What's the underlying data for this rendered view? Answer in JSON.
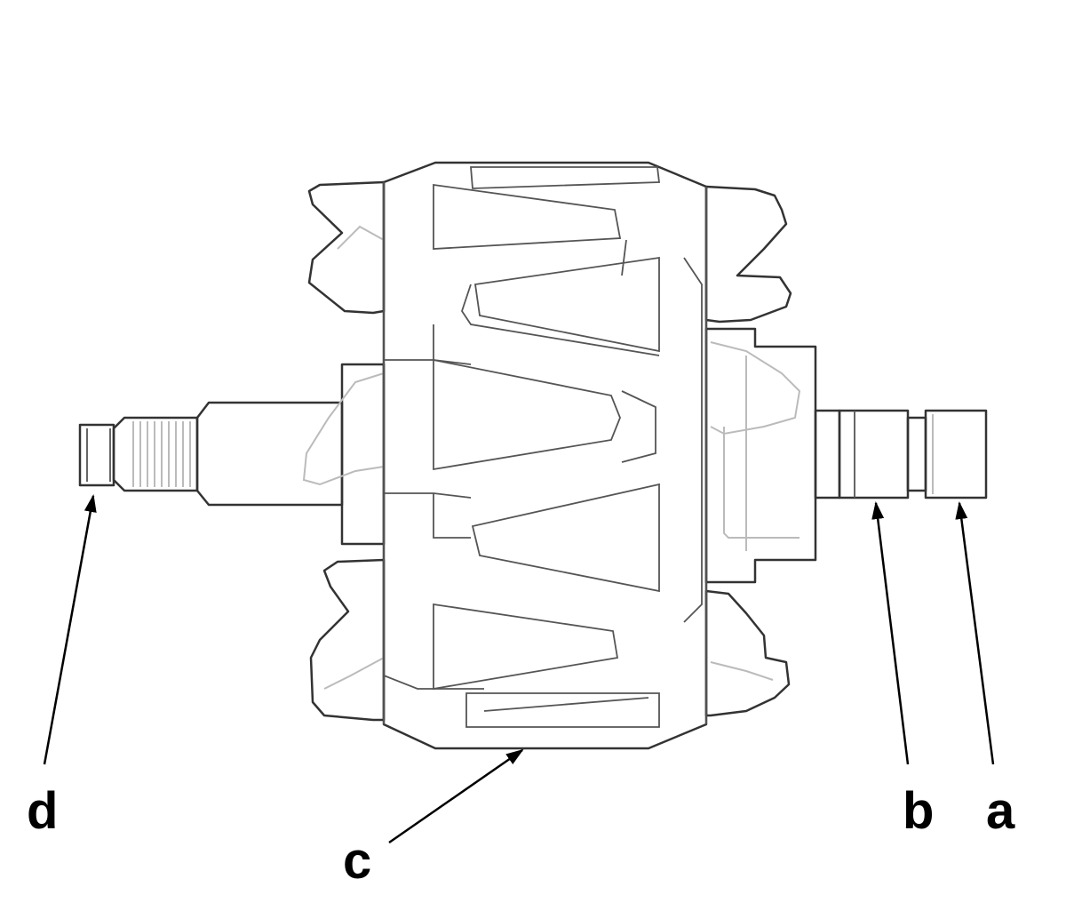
{
  "labels": {
    "a": "a",
    "b": "b",
    "c": "c",
    "d": "d"
  },
  "colors": {
    "core_gray": "#c9c9c9",
    "outline": "#333333",
    "arrow": "#000000",
    "background": "#ffffff"
  }
}
